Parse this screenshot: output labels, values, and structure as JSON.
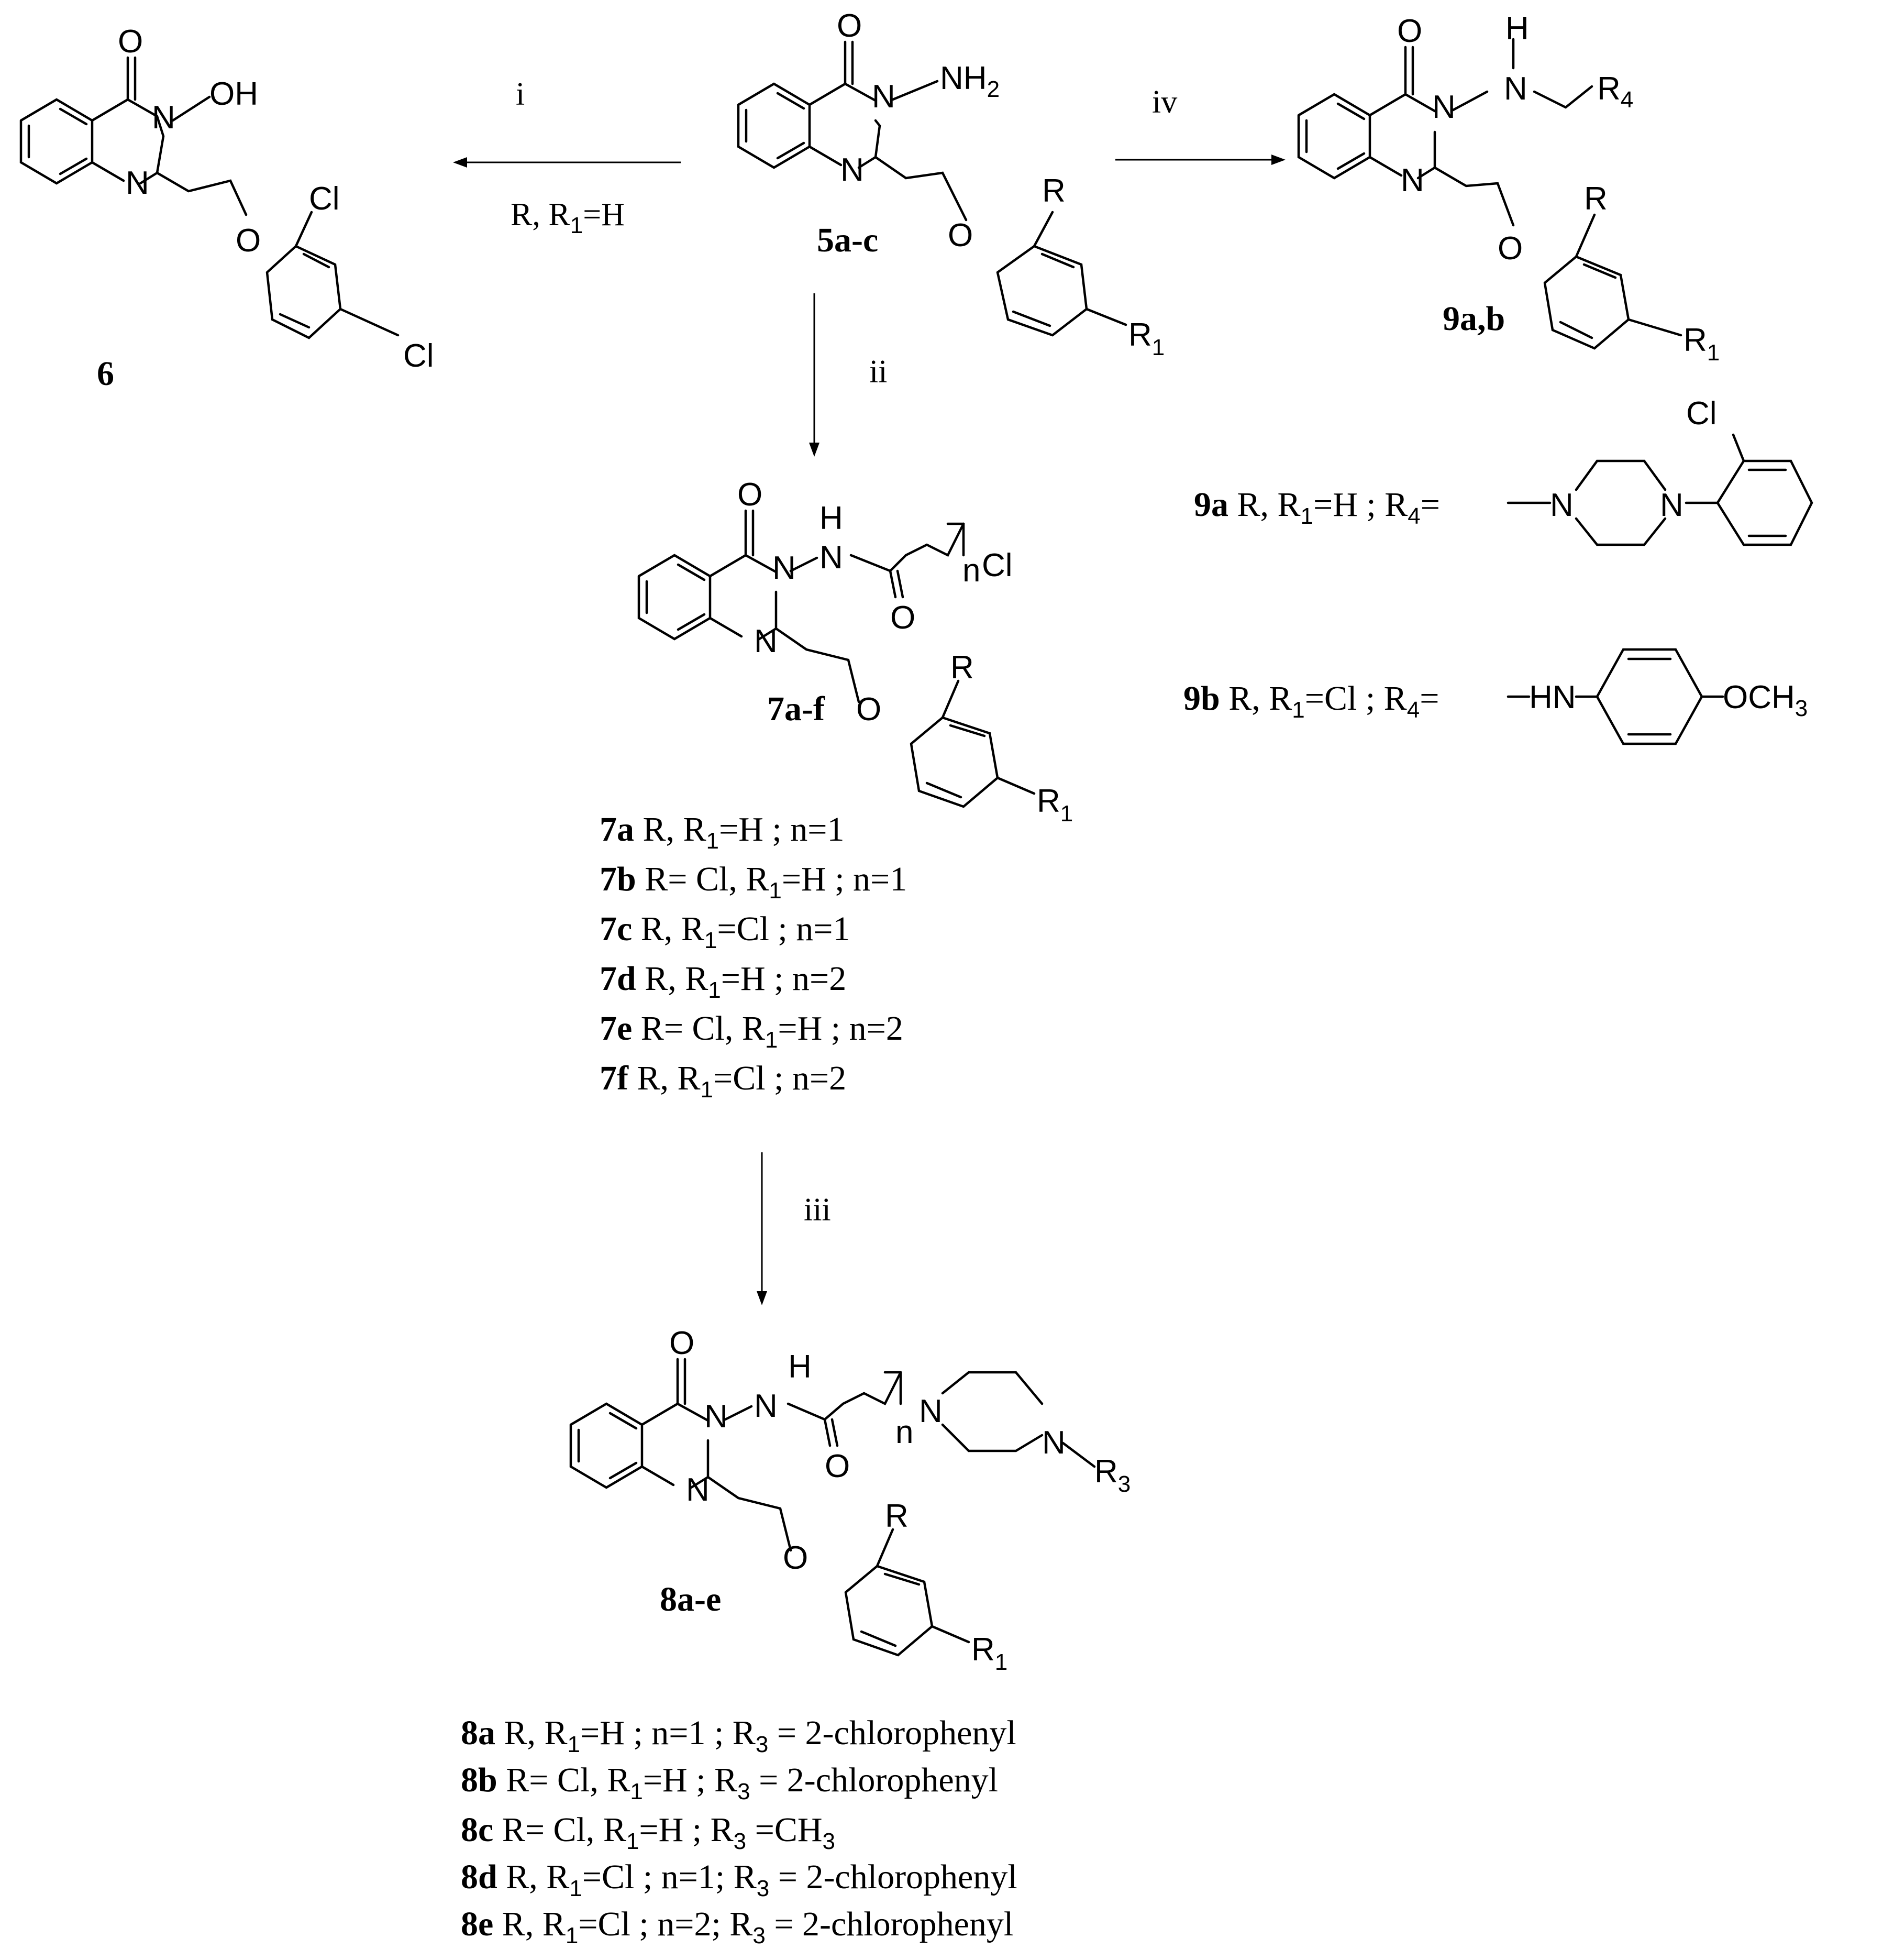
{
  "atoms": {
    "o": "O",
    "n": "N",
    "h": "H",
    "oh": "OH",
    "nh2": "NH",
    "two": "2",
    "cl": "Cl",
    "r": "R",
    "r1": "R",
    "one": "1",
    "r3": "R",
    "three": "3",
    "r4": "R",
    "four": "4",
    "n_index": "n",
    "ocH3": "OCH",
    "hn": "HN"
  },
  "compounds": {
    "c6": "6",
    "c5": "5a-c",
    "c9ab": "9a,b",
    "c7": "7a-f",
    "c8": "8a-e"
  },
  "reagents": {
    "step_i": "i",
    "step_i_cond_a": "R, R",
    "step_i_cond_sub": "1",
    "step_i_cond_b": "=H",
    "step_ii": "ii",
    "step_iii": "iii",
    "step_iv": "iv"
  },
  "definitions_9": [
    {
      "id": "9a",
      "text": " R, R",
      "sub": "1",
      "rest": "=H ; R",
      "sub2": "4",
      "rest2": "="
    },
    {
      "id": "9b",
      "text": " R, R",
      "sub": "1",
      "rest": "=Cl ; R",
      "sub2": "4",
      "rest2": "="
    }
  ],
  "definitions_7": [
    {
      "id": "7a",
      "pre": "  R, R",
      "sub": "1",
      "post": "=H  ; n=1"
    },
    {
      "id": "7b",
      "pre": "  R= Cl, R",
      "sub": "1",
      "post": "=H  ; n=1"
    },
    {
      "id": "7c",
      "pre": "  R, R",
      "sub": "1",
      "post": "=Cl ; n=1"
    },
    {
      "id": "7d",
      "pre": "  R, R",
      "sub": "1",
      "post": "=H ; n=2"
    },
    {
      "id": "7e",
      "pre": "  R= Cl, R",
      "sub": "1",
      "post": "=H ; n=2"
    },
    {
      "id": "7f",
      "pre": "  R, R",
      "sub": "1",
      "post": "=Cl ; n=2"
    }
  ],
  "definitions_8": [
    {
      "id": "8a",
      "pre": "  R, R",
      "sub": "1",
      "mid": "=H  ; n=1  ; R",
      "sub2": "3",
      "post": " = 2-chlorophenyl"
    },
    {
      "id": "8b",
      "pre": "  R= Cl, R",
      "sub": "1",
      "mid": "=H   ; R",
      "sub2": "3",
      "post": " = 2-chlorophenyl"
    },
    {
      "id": "8c",
      "pre": " R= Cl, R",
      "sub": "1",
      "mid": "=H    ; R",
      "sub2": "3",
      "post": " =CH"
    },
    {
      "id": "8d",
      "pre": "  R, R",
      "sub": "1",
      "mid": "=Cl ; n=1;  R",
      "sub2": "3",
      "post": " = 2-chlorophenyl"
    },
    {
      "id": "8e",
      "pre": "  R, R",
      "sub": "1",
      "mid": "=Cl ; n=2;  R",
      "sub2": "3",
      "post": " = 2-chlorophenyl"
    }
  ],
  "c8c_ch3_sub": "3",
  "ocH3_sub": "3"
}
